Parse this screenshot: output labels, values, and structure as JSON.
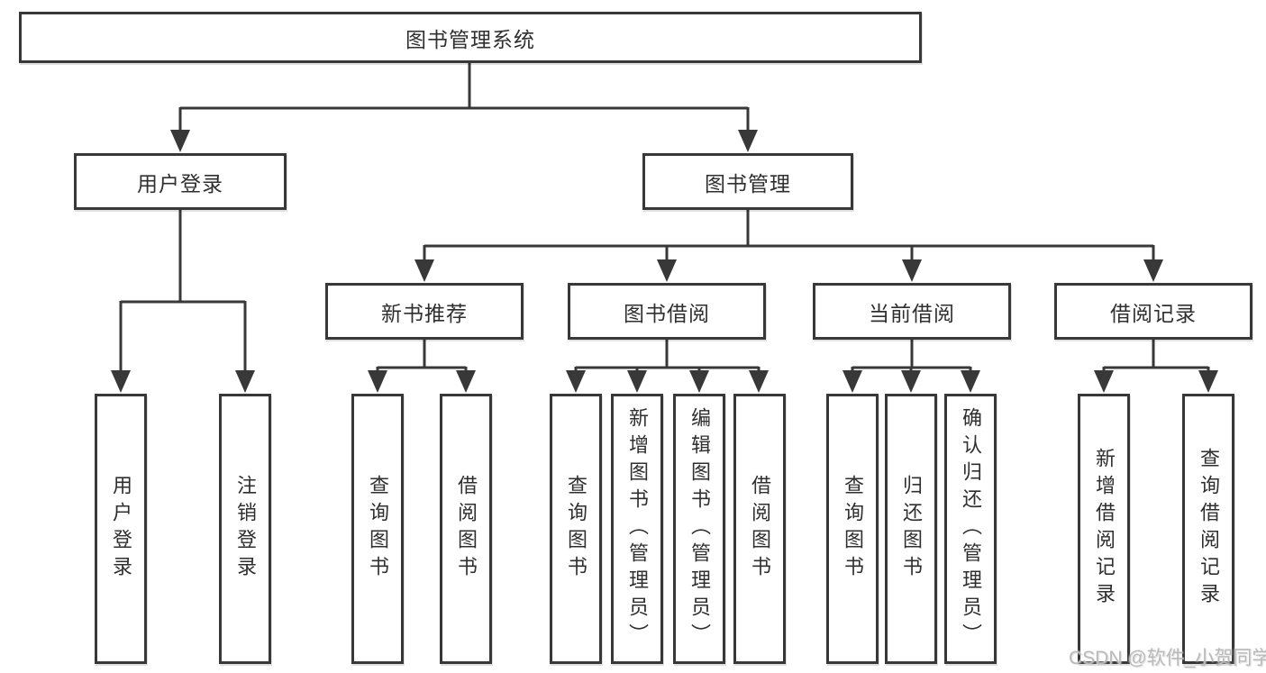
{
  "diagram": {
    "root": {
      "label": "图书管理系统"
    },
    "branches": [
      {
        "label": "用户登录",
        "children": [
          {
            "label": "用户登录"
          },
          {
            "label": "注销登录"
          }
        ]
      },
      {
        "label": "图书管理",
        "children": [
          {
            "label": "新书推荐",
            "children": [
              {
                "label": "查询图书"
              },
              {
                "label": "借阅图书"
              }
            ]
          },
          {
            "label": "图书借阅",
            "children": [
              {
                "label": "查询图书"
              },
              {
                "label": "新增图书（管理员）"
              },
              {
                "label": "编辑图书（管理员）"
              },
              {
                "label": "借阅图书"
              }
            ]
          },
          {
            "label": "当前借阅",
            "children": [
              {
                "label": "查询图书"
              },
              {
                "label": "归还图书"
              },
              {
                "label": "确认归还（管理员）"
              }
            ]
          },
          {
            "label": "借阅记录",
            "children": [
              {
                "label": "新增借阅记录"
              },
              {
                "label": "查询借阅记录"
              }
            ]
          }
        ]
      }
    ]
  },
  "watermark": {
    "text": "CSDN @软件_小贺同学"
  },
  "colors": {
    "line": "#383838",
    "text": "#2f2f2f",
    "watermark": "#b9b9b9",
    "background": "#ffffff"
  }
}
